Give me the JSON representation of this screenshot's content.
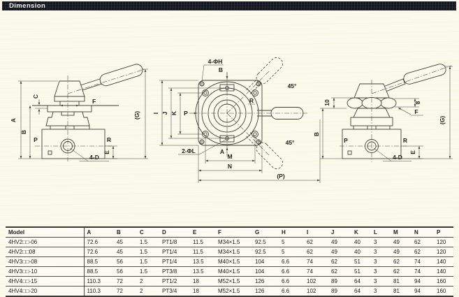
{
  "page": {
    "title": "Dimension"
  },
  "colors": {
    "page_bg": "#fbf8ec",
    "title_bar_bg": "#14161d",
    "title_text": "#f4f4f4",
    "line_color": "#44413a",
    "table_text": "#1d1c19"
  },
  "drawings": {
    "side_view_left": {
      "dim_A": "A",
      "dim_B": "B",
      "dim_C": "C",
      "dim_F": "F",
      "dim_E": "E",
      "dim_G": "(G)",
      "port_P": "P",
      "port_R": "R",
      "holes": "4-D"
    },
    "top_view": {
      "corner_holes": "4-ΦH",
      "pin_holes": "2-ΦL",
      "port_B": "B",
      "port_A": "A",
      "port_P": "P",
      "port_R": "R",
      "dim_I": "I",
      "dim_J": "J",
      "dim_K": "K",
      "dim_M": "M",
      "dim_N": "N",
      "dim_P_ref": "(P)",
      "angle_upper": "45°",
      "angle_lower": "45°"
    },
    "side_view_right": {
      "dim_10": "10",
      "dim_8": "8",
      "dim_B": "B",
      "dim_E": "E",
      "dim_G": "(G)",
      "dim_F": "F",
      "port_P": "P",
      "port_R": "R",
      "holes": "4-D"
    }
  },
  "table": {
    "headers": [
      "Model",
      "A",
      "B",
      "C",
      "D",
      "E",
      "F",
      "G",
      "H",
      "I",
      "J",
      "K",
      "L",
      "M",
      "N",
      "P"
    ],
    "rows": [
      [
        "4HV2□□-06",
        "72.6",
        "45",
        "1.5",
        "PT1/8",
        "11.5",
        "M34×1.5",
        "92.5",
        "5",
        "62",
        "49",
        "40",
        "3",
        "49",
        "62",
        "120"
      ],
      [
        "4HV2□□08",
        "72.6",
        "45",
        "1.5",
        "PT1/4",
        "11.5",
        "M34×1.5",
        "92.5",
        "5",
        "62",
        "49",
        "40",
        "3",
        "49",
        "62",
        "120"
      ],
      [
        "4HV3□□-08",
        "88.5",
        "56",
        "1.5",
        "PT1/4",
        "13.5",
        "M40×1.5",
        "104",
        "6.6",
        "74",
        "62",
        "51",
        "3",
        "62",
        "74",
        "140"
      ],
      [
        "4HV3□□-10",
        "88.5",
        "56",
        "1.5",
        "PT3/8",
        "13.5",
        "M40×1.5",
        "104",
        "6.6",
        "74",
        "62",
        "51",
        "3",
        "62",
        "74",
        "140"
      ],
      [
        "4HV4□□-15",
        "110.3",
        "72",
        "2",
        "PT1/2",
        "18",
        "M52×1.5",
        "126",
        "6.6",
        "102",
        "89",
        "64",
        "3",
        "81",
        "94",
        "160"
      ],
      [
        "4HV4□□-20",
        "110.3",
        "72",
        "2",
        "PT3/4",
        "18",
        "M52×1.5",
        "126",
        "6.6",
        "102",
        "89",
        "64",
        "3",
        "81",
        "94",
        "160"
      ]
    ]
  }
}
